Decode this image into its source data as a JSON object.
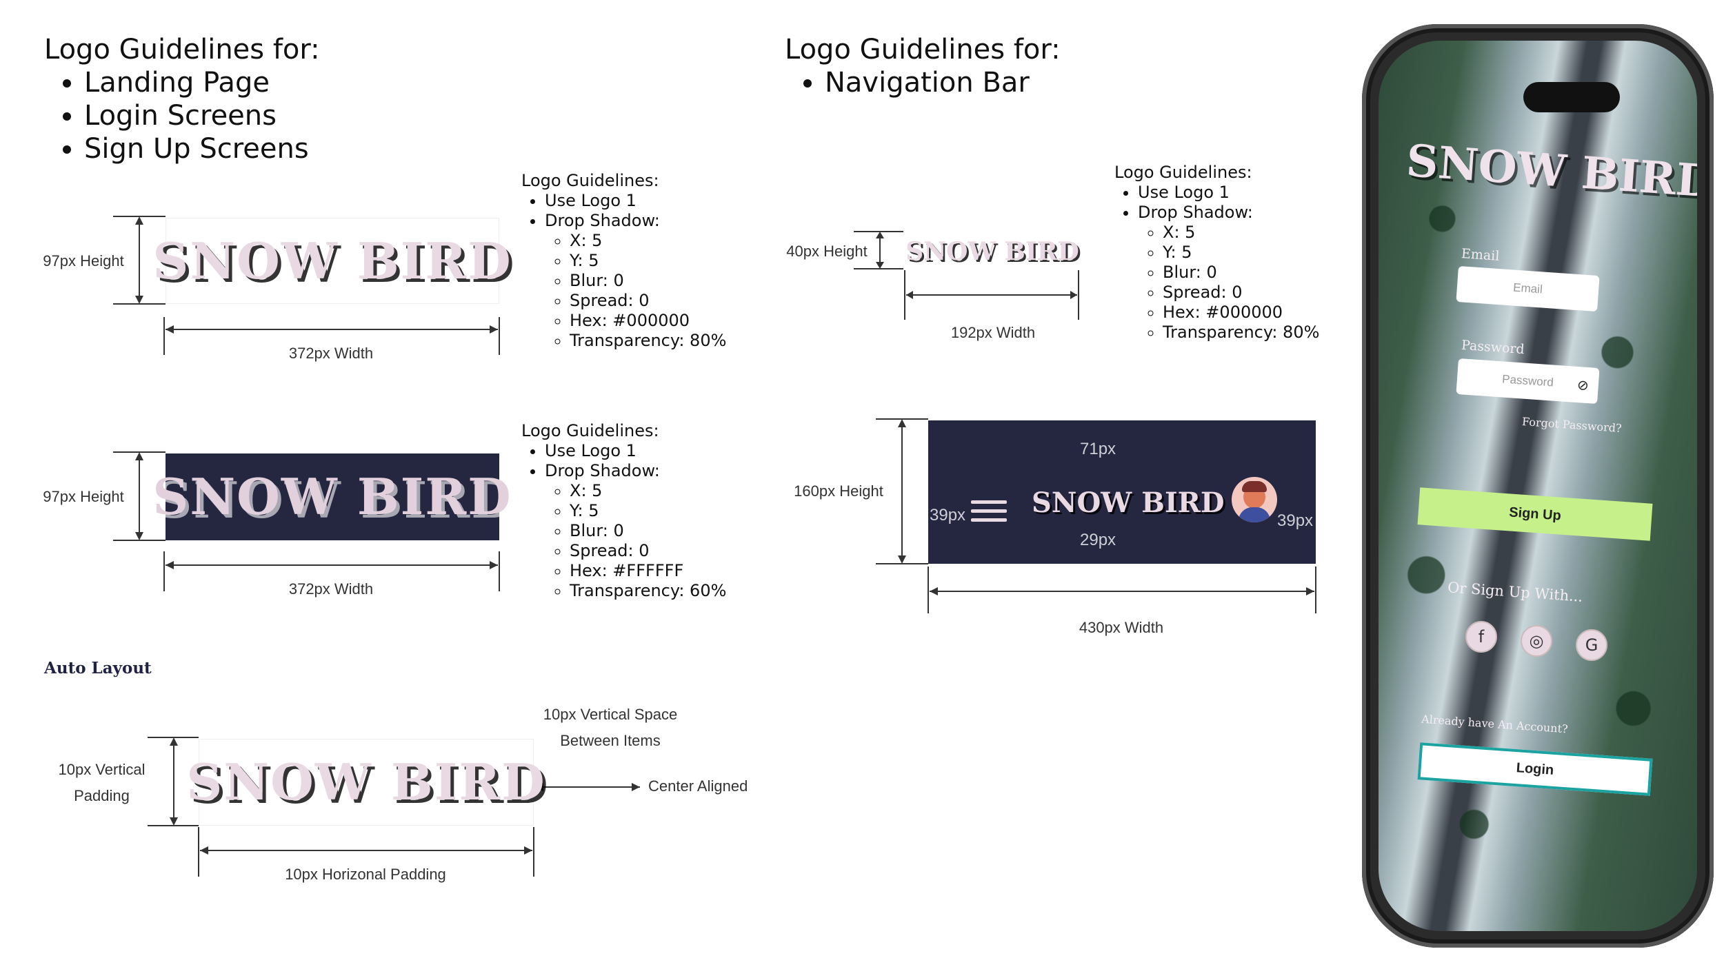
{
  "left_heading": {
    "title": "Logo Guidelines for:",
    "items": [
      "Landing Page",
      "Login Screens",
      "Sign Up Screens"
    ]
  },
  "right_heading": {
    "title": "Logo Guidelines for:",
    "items": [
      "Navigation Bar"
    ]
  },
  "logo_text": "SNOW BIRD",
  "spec_blocks": [
    {
      "title": "Logo Guidelines:",
      "use": "Use Logo 1",
      "shadow": "Drop Shadow:",
      "props": [
        "X: 5",
        "Y: 5",
        "Blur: 0",
        "Spread: 0",
        "Hex: #000000",
        "Transparency: 80%"
      ]
    },
    {
      "title": "Logo Guidelines:",
      "use": "Use Logo 1",
      "shadow": "Drop Shadow:",
      "props": [
        "X: 5",
        "Y: 5",
        "Blur: 0",
        "Spread: 0",
        "Hex: #FFFFFF",
        "Transparency: 60%"
      ]
    },
    {
      "title": "Logo Guidelines:",
      "use": "Use Logo 1",
      "shadow": "Drop Shadow:",
      "props": [
        "X: 5",
        "Y: 5",
        "Blur: 0",
        "Spread: 0",
        "Hex: #000000",
        "Transparency: 80%"
      ]
    }
  ],
  "dimensions": {
    "h97": "97px Height",
    "w372": "372px Width",
    "h40": "40px Height",
    "w192": "192px Width",
    "h160": "160px Height",
    "w430": "430px Width",
    "top71": "71px",
    "bottom29": "29px",
    "side39": "39px"
  },
  "auto_layout": {
    "title": "Auto Layout",
    "vpad": "10px Vertical Padding",
    "vspace": "10px Vertical Space Between Items",
    "center": "Center Aligned",
    "hpad": "10px Horizonal Padding"
  },
  "phone": {
    "logo": "SNOW BIRD",
    "email_label": "Email",
    "email_placeholder": "Email",
    "password_label": "Password",
    "password_placeholder": "Password",
    "forgot": "Forgot Password?",
    "signup_button": "Sign Up",
    "or_sign_up": "Or Sign Up With...",
    "already": "Already have An Account?",
    "login_button": "Login"
  },
  "colors": {
    "nav_bg": "#252640",
    "signup_green": "#c5f08a",
    "login_border": "#1aa3a0"
  }
}
